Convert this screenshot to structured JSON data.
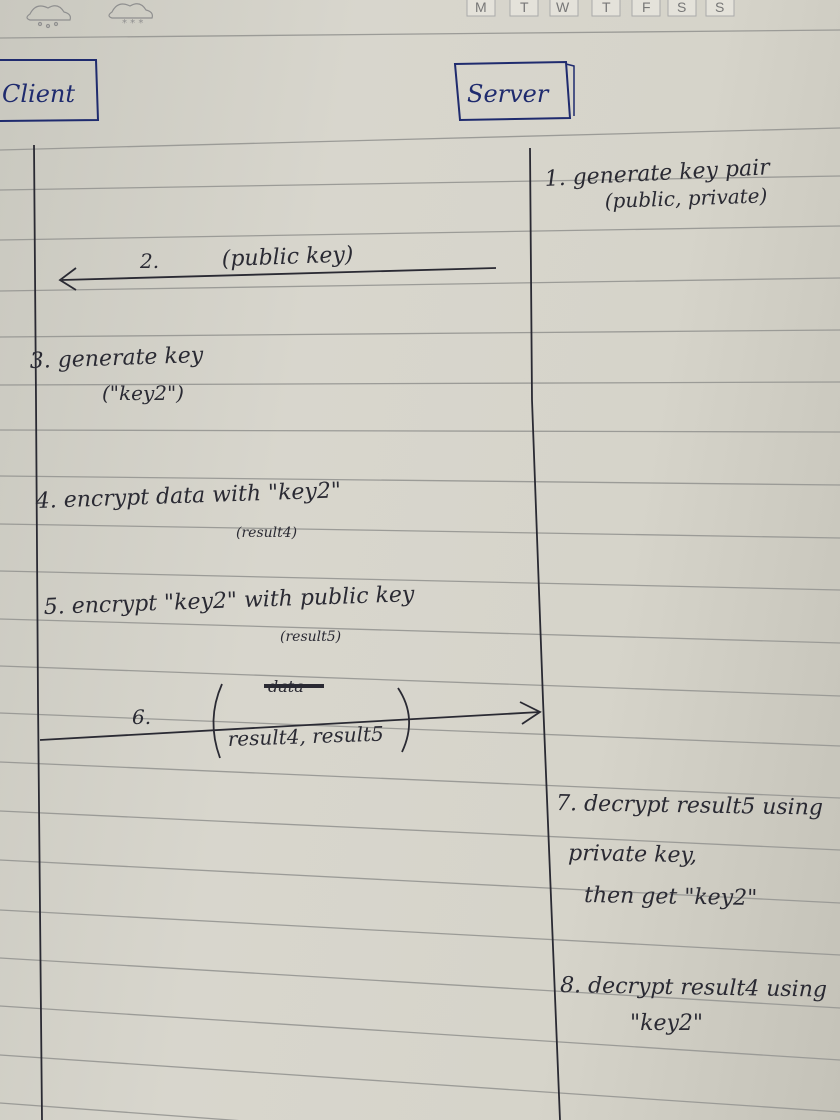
{
  "header": {
    "weekdays": [
      "M",
      "T",
      "W",
      "T",
      "F",
      "S",
      "S"
    ],
    "weather_icons": [
      "rain-cloud-icon",
      "snow-cloud-icon"
    ]
  },
  "diagram": {
    "client_label": "Client",
    "server_label": "Server",
    "step1_line1": "1. generate key pair",
    "step1_line2": "(public, private)",
    "step2_num": "2.",
    "step2_label": "(public key)",
    "step3_line1": "3. generate key",
    "step3_line2": "(\"key2\")",
    "step4_line1": "4. encrypt data with \"key2\"",
    "step4_line2": "(result4)",
    "step5_line1": "5. encrypt \"key2\" with public key",
    "step5_line2": "(result5)",
    "step6_num": "6.",
    "step6_struck": "data",
    "step6_label": "result4, result5",
    "step7_line1": "7. decrypt result5 using",
    "step7_line2": "private key,",
    "step7_line3": "then get \"key2\"",
    "step8_line1": "8. decrypt result4 using",
    "step8_line2": "\"key2\""
  }
}
